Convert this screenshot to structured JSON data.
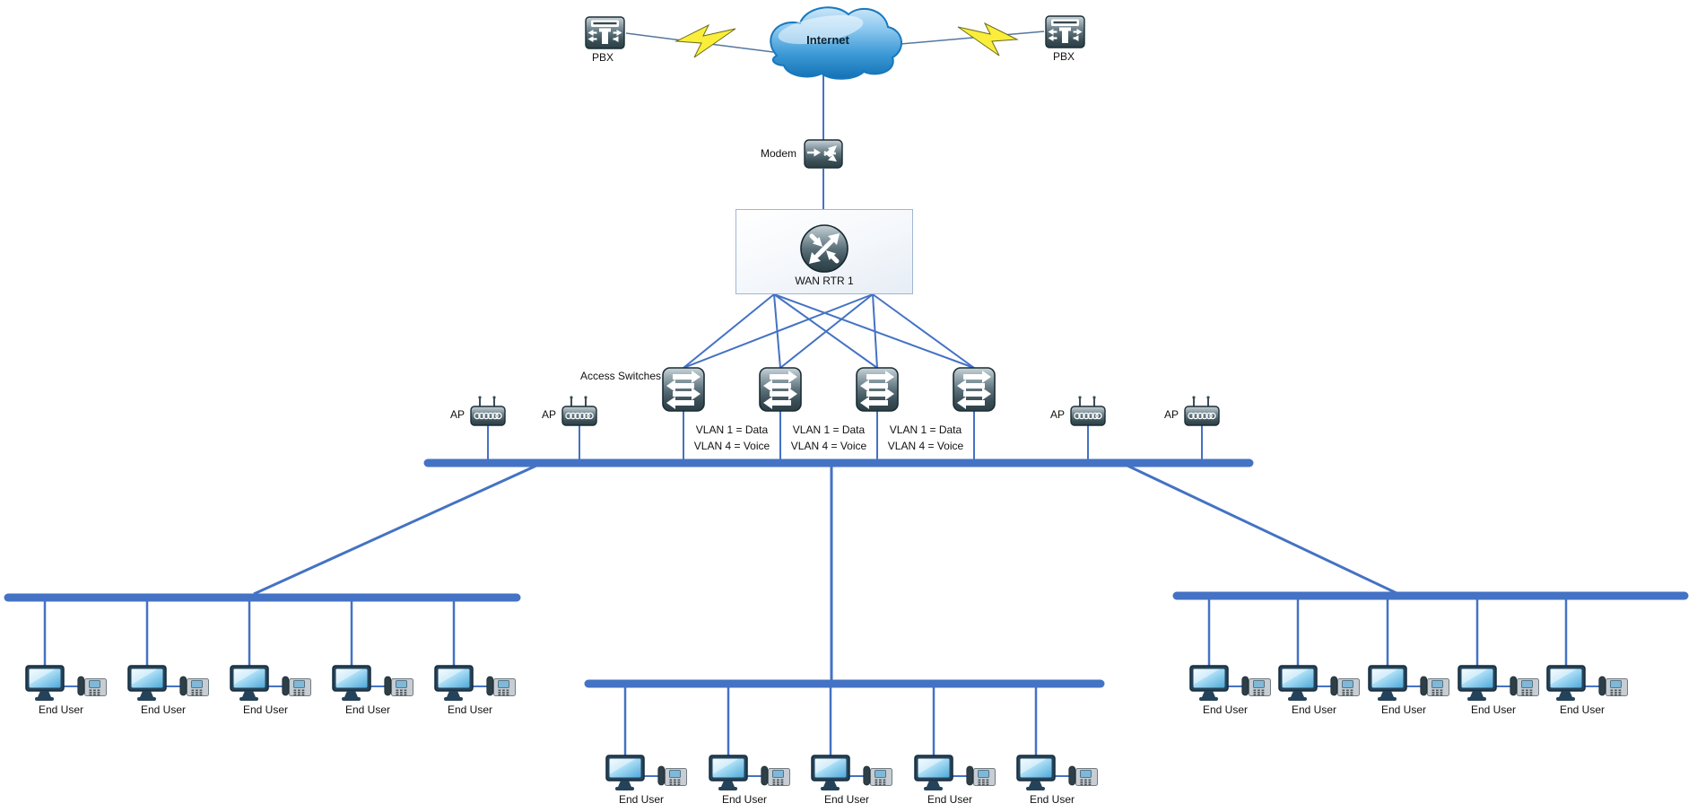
{
  "labels": {
    "internet": "Internet",
    "pbx_left": "PBX",
    "pbx_right": "PBX",
    "modem": "Modem",
    "wan_router": "WAN RTR 1",
    "access_switches_group": "Access Switches"
  },
  "access_points": {
    "labels": [
      "AP",
      "AP",
      "AP",
      "AP"
    ]
  },
  "vlan_notes": [
    {
      "line1": "VLAN 1 = Data",
      "line2": "VLAN 4 = Voice"
    },
    {
      "line1": "VLAN 1 = Data",
      "line2": "VLAN 4 = Voice"
    },
    {
      "line1": "VLAN 1 = Data",
      "line2": "VLAN 4 = Voice"
    }
  ],
  "end_users": {
    "left": [
      "End User",
      "End User",
      "End User",
      "End User",
      "End User"
    ],
    "center": [
      "End User",
      "End User",
      "End User",
      "End User",
      "End User"
    ],
    "right": [
      "End User",
      "End User",
      "End User",
      "End User",
      "End User"
    ]
  },
  "colors": {
    "link_blue": "#4472C4",
    "thin_link": "#54779E",
    "bolt_yellow": "#FAEE3B",
    "cloud_blue": "#1272B5",
    "device_slate": "#36494F",
    "monitor_screen_blue": "#8ED0EE",
    "canvas": "#FFFFFF"
  }
}
